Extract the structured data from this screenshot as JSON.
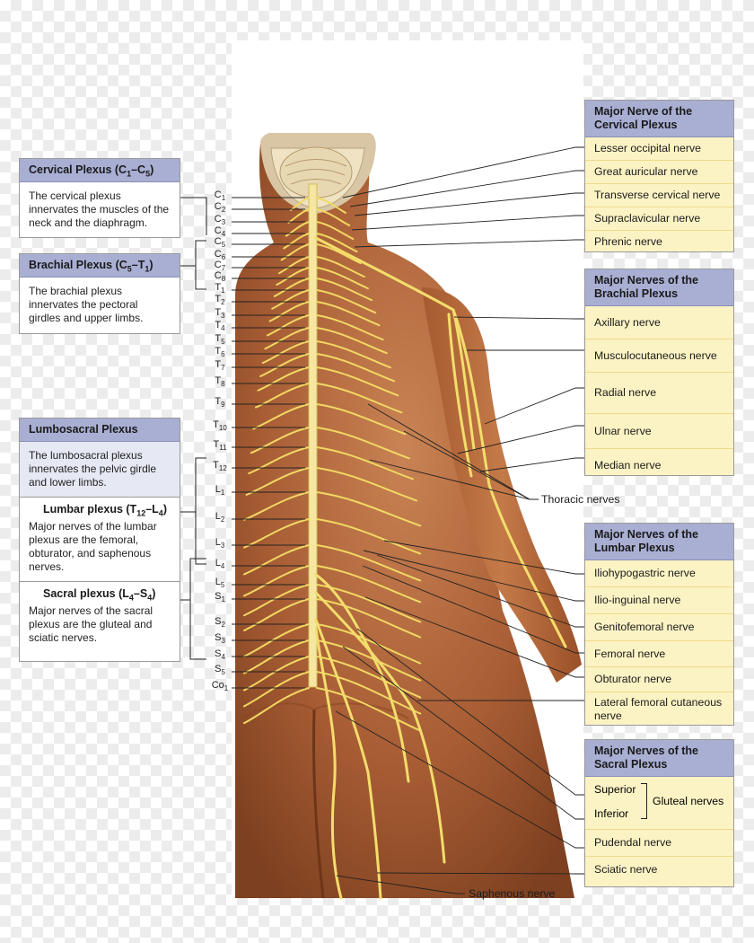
{
  "left_boxes": {
    "cervical": {
      "title": "Cervical Plexus (C1–C5)",
      "body": "The cervical plexus innervates the muscles of the neck and the diaphragm."
    },
    "brachial": {
      "title": "Brachial Plexus (C5–T1)",
      "body": "The brachial plexus innervates the pectoral girdles and upper limbs."
    },
    "lumbosacral": {
      "title": "Lumbosacral Plexus",
      "body": "The lumbosacral plexus innervates the pelvic girdle and lower limbs.",
      "lumbar_title": "Lumbar plexus (T12–L4)",
      "lumbar_body": "Major nerves of the lumbar plexus are the femoral, obturator, and saphenous nerves.",
      "sacral_title": "Sacral plexus (L4–S4)",
      "sacral_body": "Major nerves of the sacral plexus are the gluteal and sciatic nerves."
    }
  },
  "spinal_levels": [
    [
      "C",
      "1"
    ],
    [
      "C",
      "2"
    ],
    [
      "C",
      "3"
    ],
    [
      "C",
      "4"
    ],
    [
      "C",
      "5"
    ],
    [
      "C",
      "6"
    ],
    [
      "C",
      "7"
    ],
    [
      "C",
      "8"
    ],
    [
      "T",
      "1"
    ],
    [
      "T",
      "2"
    ],
    [
      "T",
      "3"
    ],
    [
      "T",
      "4"
    ],
    [
      "T",
      "5"
    ],
    [
      "T",
      "6"
    ],
    [
      "T",
      "7"
    ],
    [
      "T",
      "8"
    ],
    [
      "T",
      "9"
    ],
    [
      "T",
      "10"
    ],
    [
      "T",
      "11"
    ],
    [
      "T",
      "12"
    ],
    [
      "L",
      "1"
    ],
    [
      "L",
      "2"
    ],
    [
      "L",
      "3"
    ],
    [
      "L",
      "4"
    ],
    [
      "L",
      "5"
    ],
    [
      "S",
      "1"
    ],
    [
      "S",
      "2"
    ],
    [
      "S",
      "3"
    ],
    [
      "S",
      "4"
    ],
    [
      "S",
      "5"
    ],
    [
      "Co",
      "1"
    ]
  ],
  "right_boxes": {
    "cervical": {
      "title_line1": "Major Nerve of the",
      "title_line2": "Cervical Plexus",
      "items": [
        "Lesser occipital nerve",
        "Great auricular nerve",
        "Transverse cervical nerve",
        "Supraclavicular nerve",
        "Phrenic nerve"
      ]
    },
    "brachial": {
      "title_line1": "Major Nerves of the",
      "title_line2": "Brachial Plexus",
      "items": [
        "Axillary nerve",
        "Musculocutaneous nerve",
        "Radial nerve",
        "Ulnar nerve",
        "Median nerve"
      ]
    },
    "lumbar": {
      "title_line1": "Major Nerves of the",
      "title_line2": "Lumbar Plexus",
      "items": [
        "Iliohypogastric nerve",
        "Ilio-inguinal nerve",
        "Genitofemoral nerve",
        "Femoral nerve",
        "Obturator nerve",
        "Lateral femoral cutaneous nerve"
      ]
    },
    "sacral": {
      "title_line1": "Major Nerves of the",
      "title_line2": "Sacral Plexus",
      "superior": "Superior",
      "inferior": "Inferior",
      "gluteal": "Gluteal nerves",
      "pudendal": "Pudendal nerve",
      "sciatic": "Sciatic nerve"
    }
  },
  "free_labels": {
    "thoracic": "Thoracic nerves",
    "saphenous": "Saphenous nerve"
  },
  "colors": {
    "header_fill": "#a9aed3",
    "right_panel_fill": "#fcf3c4",
    "nerve": "#f0d862",
    "skin": "#b56b3f"
  }
}
